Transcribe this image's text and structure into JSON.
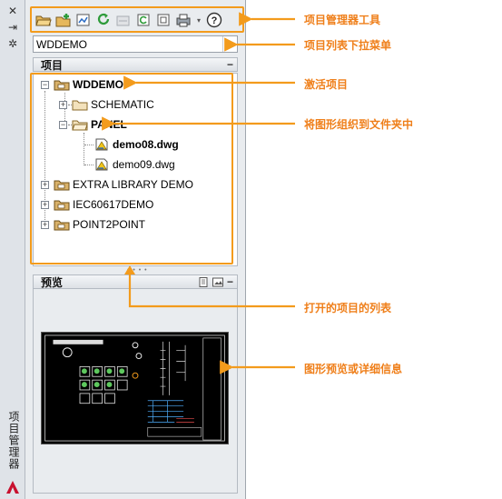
{
  "strip": {
    "vertical_title": "项目管理器"
  },
  "project_selector": {
    "value": "WDDEMO"
  },
  "projects_section": {
    "title": "项目",
    "collapse_label": "−"
  },
  "tree": {
    "nodes": [
      {
        "label": "WDDEMO",
        "bold": true,
        "kind": "project"
      },
      {
        "label": "SCHEMATIC",
        "bold": false,
        "kind": "folder"
      },
      {
        "label": "PANEL",
        "bold": true,
        "kind": "folder-open"
      },
      {
        "label": "demo08.dwg",
        "bold": true,
        "kind": "drawing"
      },
      {
        "label": "demo09.dwg",
        "bold": false,
        "kind": "drawing"
      },
      {
        "label": "EXTRA LIBRARY DEMO",
        "bold": false,
        "kind": "project"
      },
      {
        "label": "IEC60617DEMO",
        "bold": false,
        "kind": "project"
      },
      {
        "label": "POINT2POINT",
        "bold": false,
        "kind": "project"
      }
    ]
  },
  "preview_section": {
    "title": "预览",
    "collapse_label": "−"
  },
  "callouts": {
    "toolbar": "项目管理器工具",
    "dropdown": "项目列表下拉菜单",
    "active_project": "激活项目",
    "folders": "将图形组织到文件夹中",
    "open_projects": "打开的项目的列表",
    "preview": "图形预览或详细信息"
  },
  "colors": {
    "accent_orange": "#f39b1c",
    "callout_text": "#ef7f1a",
    "palette_bg": "#e9ecef"
  }
}
